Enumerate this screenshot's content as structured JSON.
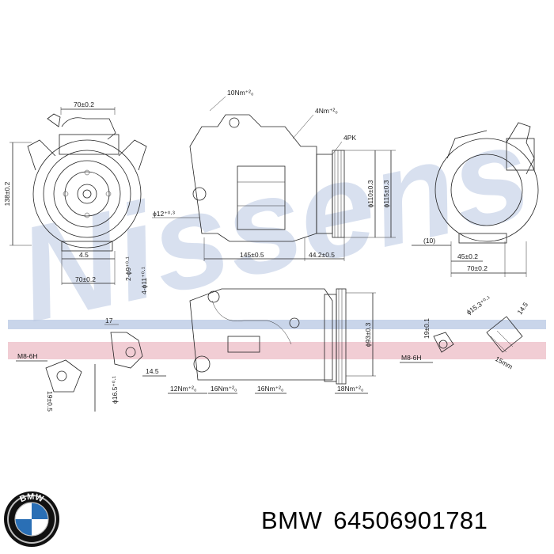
{
  "watermark": {
    "text": "Nissens",
    "color": "#b9c8e2"
  },
  "bands": {
    "blue": "#c9d5ea",
    "pink": "#f1cdd4"
  },
  "logo": {
    "name": "bmw-logo",
    "letters": "BMW",
    "colors": {
      "blue": "#2a6fb5",
      "black": "#111111"
    }
  },
  "caption": {
    "brand": "BMW",
    "part_number": "64506901781"
  },
  "front_view": {
    "width_top": "70±0.2",
    "height": "138±0.2",
    "offset": "4.5",
    "width_bottom": "70±0.2",
    "bolt_a": "2-ϕ9⁺⁰·¹",
    "bolt_b": "4-ϕ11⁺⁰·¹"
  },
  "side_view": {
    "torque_top": "10Nm⁺²₀",
    "torque_right": "4Nm⁺²₀",
    "belt": "4PK",
    "port_dia": "ϕ12⁺⁰·³",
    "length_main": "145±0.5",
    "length_pulley": "44.2±0.5",
    "pulley_dia_a": "ϕ110±0.3",
    "pulley_dia_b": "ϕ115±0.3"
  },
  "rear_view": {
    "ref": "(10)",
    "width_a": "45±0.2",
    "width_b": "70±0.2"
  },
  "bottom_view": {
    "torque_1": "12Nm⁺²₀",
    "torque_2": "16Nm⁺²₀",
    "torque_3": "16Nm⁺²₀",
    "torque_4": "18Nm⁺²₀",
    "dia": "ϕ93±0.3"
  },
  "left_fitting": {
    "dim_17": "17",
    "thread": "M8-6H",
    "dim_145": "14.5",
    "dia": "ϕ16.5⁺⁰·¹",
    "dia_b": "19±0.5"
  },
  "right_fitting": {
    "dia_top": "ϕ15.3⁺⁰·¹",
    "dim_145": "14.5",
    "dim_19": "19±0.1",
    "thread": "M8-6H",
    "dim_15": "15mm"
  }
}
